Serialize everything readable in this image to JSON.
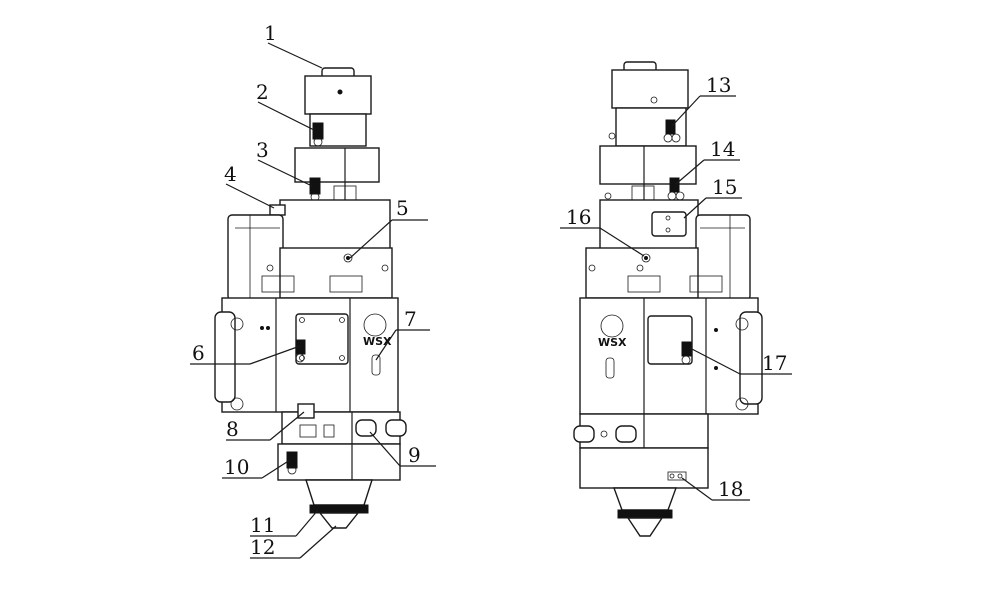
{
  "callouts": [
    "1",
    "2",
    "3",
    "4",
    "5",
    "6",
    "7",
    "8",
    "9",
    "10",
    "11",
    "12",
    "13",
    "14",
    "15",
    "16",
    "17",
    "18"
  ],
  "logo_text": "WSX"
}
